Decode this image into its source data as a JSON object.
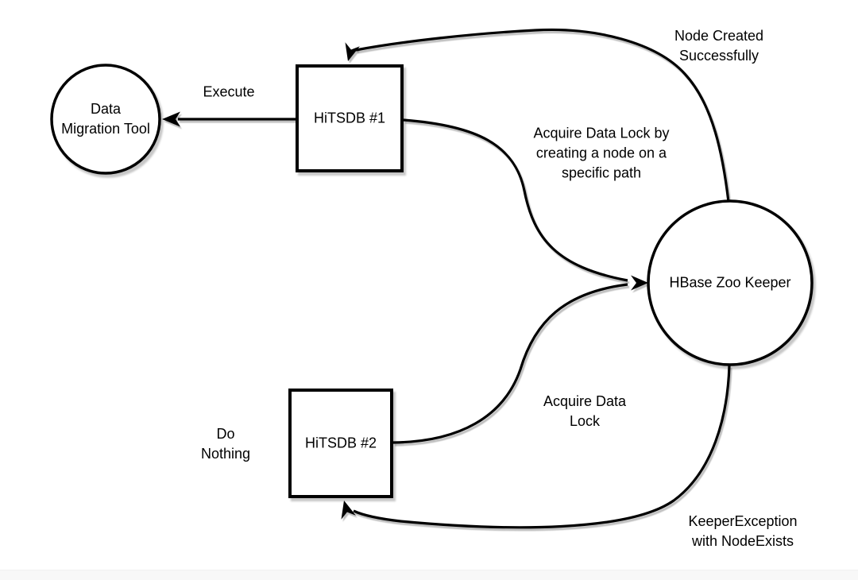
{
  "canvas": {
    "background": "#ffffff",
    "footer_strip_color": "#f8f8f8",
    "stroke_color": "#000000",
    "shape_fill": "#ffffff",
    "shadow_color": "#cccccc"
  },
  "nodes": {
    "data_migration_tool": {
      "shape": "circle",
      "label": "Data\nMigration Tool"
    },
    "hitsdb_1": {
      "shape": "rect",
      "label": "HiTSDB #1"
    },
    "hitsdb_2": {
      "shape": "rect",
      "label": "HiTSDB #2"
    },
    "hbase_zookeeper": {
      "shape": "circle",
      "label": "HBase Zoo Keeper"
    }
  },
  "edges": {
    "execute": {
      "from": "HiTSDB #1",
      "to": "Data Migration Tool",
      "label": "Execute"
    },
    "node_created": {
      "from": "HBase Zoo Keeper",
      "to": "HiTSDB #1",
      "label": "Node Created\nSuccessfully"
    },
    "acquire_lock_create": {
      "from": "HiTSDB #1",
      "to": "HBase Zoo Keeper",
      "label": "Acquire Data Lock by\ncreating a node on a\nspecific path"
    },
    "acquire_lock": {
      "from": "HiTSDB #2",
      "to": "HBase Zoo Keeper",
      "label": "Acquire Data\nLock"
    },
    "keeper_exception": {
      "from": "HBase Zoo Keeper",
      "to": "HiTSDB #2",
      "label": "KeeperException\nwith NodeExists"
    }
  },
  "annotations": {
    "do_nothing": "Do\nNothing"
  }
}
